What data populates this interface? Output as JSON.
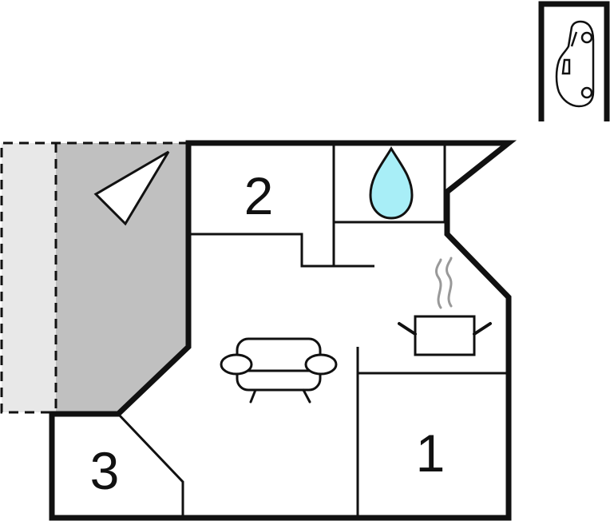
{
  "colors": {
    "wall": "#111111",
    "terrace": "#c0c0c0",
    "terrace_extension": "#e8e8e8",
    "water": "#a8eef7",
    "background": "#ffffff",
    "steam": "#999999"
  },
  "rooms": [
    {
      "number": "2",
      "type": "bedroom"
    },
    {
      "number": "1",
      "type": "bedroom"
    },
    {
      "number": "3",
      "type": "bedroom"
    }
  ],
  "icons": {
    "bathroom": "water-drop-icon",
    "kitchen": "cooking-pot-icon",
    "living_room": "sofa-icon",
    "parking": "car-icon",
    "terrace": "sun-umbrella-icon"
  }
}
